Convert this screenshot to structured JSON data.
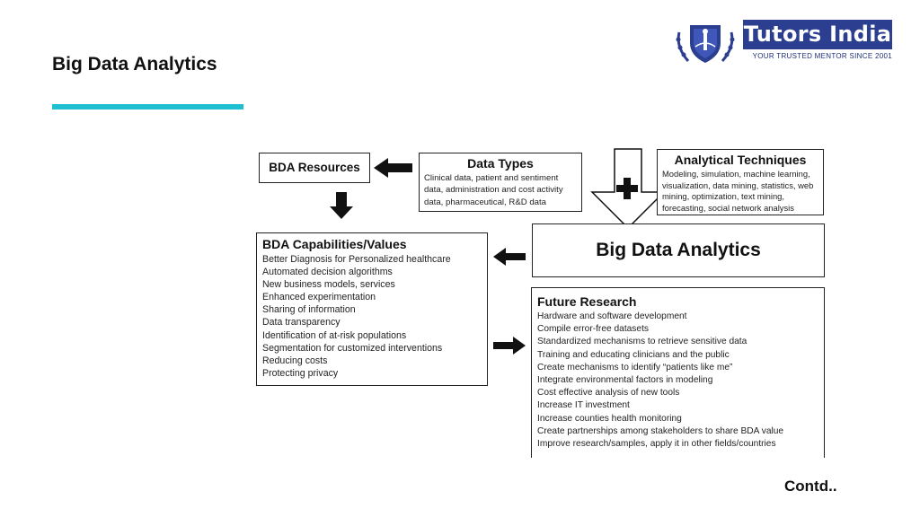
{
  "slide": {
    "title": "Big Data Analytics",
    "footer": "Contd..",
    "accent_color": "#1dbfd1"
  },
  "logo": {
    "brand": "Tutors India",
    "tagline": "YOUR TRUSTED MENTOR SINCE 2001",
    "brand_color": "#2b3e90"
  },
  "diagram": {
    "resources": {
      "heading": "BDA Resources"
    },
    "data_types": {
      "heading": "Data Types",
      "text": "Clinical data, patient and sentiment data, administration and cost activity data, pharmaceutical, R&D data"
    },
    "techniques": {
      "heading": "Analytical Techniques",
      "text": "Modeling, simulation, machine learning, visualization, data mining, statistics, web mining, optimization, text mining, forecasting, social network analysis"
    },
    "bda": {
      "heading": "Big Data Analytics"
    },
    "capabilities": {
      "heading": "BDA Capabilities/Values",
      "items": [
        "Better Diagnosis for Personalized healthcare",
        "Automated decision algorithms",
        "New business models, services",
        "Enhanced experimentation",
        "Sharing of information",
        "Data transparency",
        "Identification of at-risk populations",
        "Segmentation for customized interventions",
        "Reducing costs",
        "Protecting privacy"
      ]
    },
    "future_research": {
      "heading": "Future Research",
      "items": [
        "Hardware and software development",
        "Compile error-free datasets",
        "Standardized mechanisms to retrieve sensitive data",
        "Training and educating clinicians and the public",
        "Create mechanisms to identify “patients like me”",
        "Integrate environmental factors in modeling",
        "Cost effective analysis of new tools",
        "Increase IT investment",
        "Increase counties health monitoring",
        "Create partnerships among stakeholders to share BDA value",
        "Improve research/samples, apply it in other fields/countries"
      ]
    }
  }
}
